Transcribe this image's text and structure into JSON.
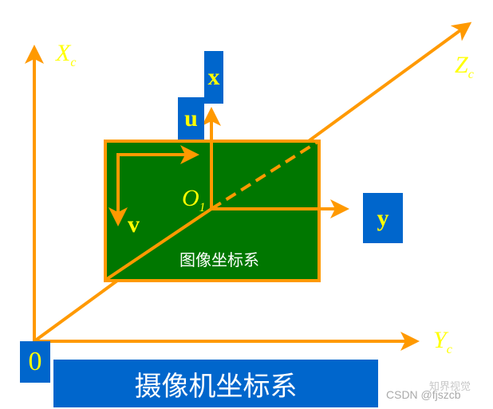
{
  "colors": {
    "axis": "#ff9900",
    "image_plane": "#007700",
    "box": "#0066cc",
    "label": "#ffff00"
  },
  "labels": {
    "xc": "X",
    "xc_sub": "c",
    "yc": "Y",
    "yc_sub": "c",
    "zc": "Z",
    "zc_sub": "c",
    "origin": "0",
    "o1": "O",
    "o1_sub": "1",
    "u": "u",
    "v": "v",
    "x": "x",
    "y": "y",
    "image_plane_title": "图像坐标系",
    "camera_frame_title": "摄像机坐标系"
  },
  "watermark": {
    "brand": "知界视觉",
    "credit": "CSDN @fjszcb"
  }
}
